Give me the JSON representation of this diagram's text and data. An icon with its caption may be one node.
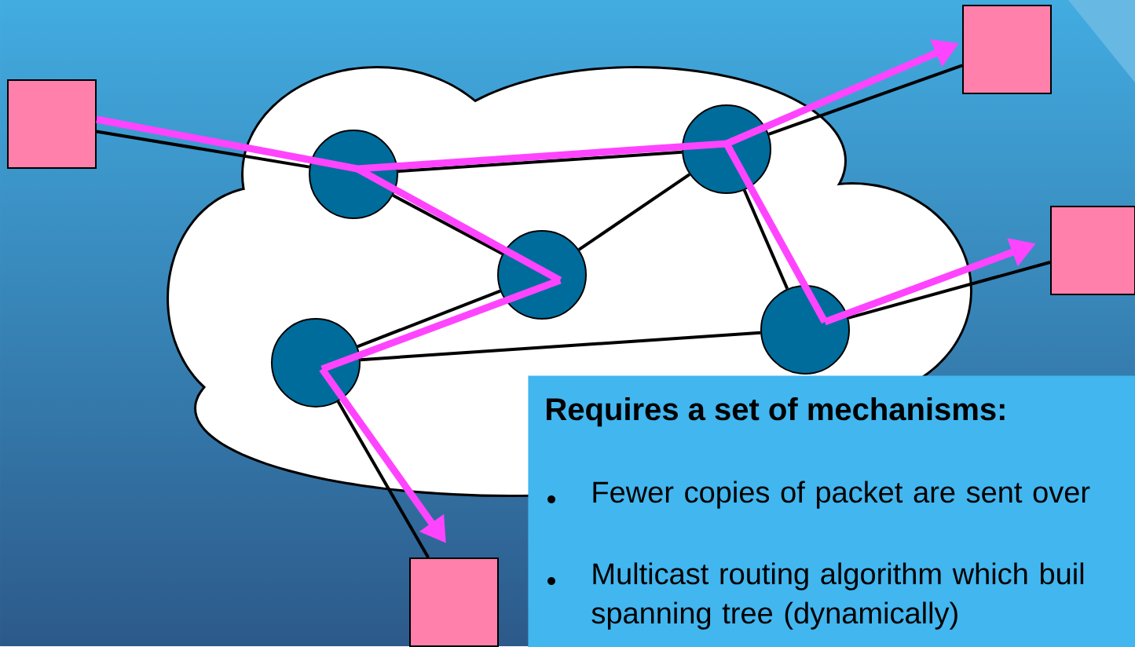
{
  "diagram": {
    "nodes": [
      {
        "text": [],
        "shape": "box"
      },
      {
        "text": [],
        "shape": "box"
      },
      {
        "text": [],
        "shape": "box"
      },
      {
        "text": [],
        "shape": "box"
      },
      {
        "text": [],
        "shape": "circle"
      },
      {
        "text": [],
        "shape": "circle"
      },
      {
        "text": [],
        "shape": "circle"
      },
      {
        "text": [],
        "shape": "circle"
      },
      {
        "text": [],
        "shape": "circle"
      },
      {
        "text": [
          "Requires a set of mechanisms:",
          "Fewer copies of packet are sent over",
          "Multicast routing algorithm which buil spanning tree (dynamically)"
        ]
      }
    ],
    "edges": [
      {
        "from": 0,
        "to": 4,
        "arrow": "none"
      },
      {
        "from": 4,
        "to": 5,
        "arrow": "none"
      },
      {
        "from": 4,
        "to": 6,
        "arrow": "none"
      },
      {
        "from": 6,
        "to": 5,
        "arrow": "none"
      },
      {
        "from": 6,
        "to": 7,
        "arrow": "none"
      },
      {
        "from": 7,
        "to": 8,
        "arrow": "none"
      },
      {
        "from": 5,
        "to": 8,
        "arrow": "none"
      },
      {
        "from": 5,
        "to": 1,
        "arrow": "none"
      },
      {
        "from": 8,
        "to": 2,
        "arrow": "none"
      },
      {
        "from": 7,
        "to": 3,
        "arrow": "none"
      },
      {
        "from": 0,
        "to": 4,
        "arrow": "none",
        "style": "thick",
        "color": "#ff44ff"
      },
      {
        "from": 4,
        "to": 6,
        "arrow": "none",
        "style": "thick",
        "color": "#ff44ff"
      },
      {
        "from": 6,
        "to": 7,
        "arrow": "none",
        "style": "thick",
        "color": "#ff44ff"
      },
      {
        "from": 7,
        "to": 3,
        "arrow": "to",
        "style": "thick",
        "color": "#ff44ff"
      },
      {
        "from": 4,
        "to": 5,
        "arrow": "none",
        "style": "thick",
        "color": "#ff44ff"
      },
      {
        "from": 5,
        "to": 1,
        "arrow": "to",
        "style": "thick",
        "color": "#ff44ff"
      },
      {
        "from": 5,
        "to": 8,
        "arrow": "none",
        "style": "thick",
        "color": "#ff44ff"
      },
      {
        "from": 8,
        "to": 2,
        "arrow": "to",
        "style": "thick",
        "color": "#ff44ff"
      }
    ]
  }
}
